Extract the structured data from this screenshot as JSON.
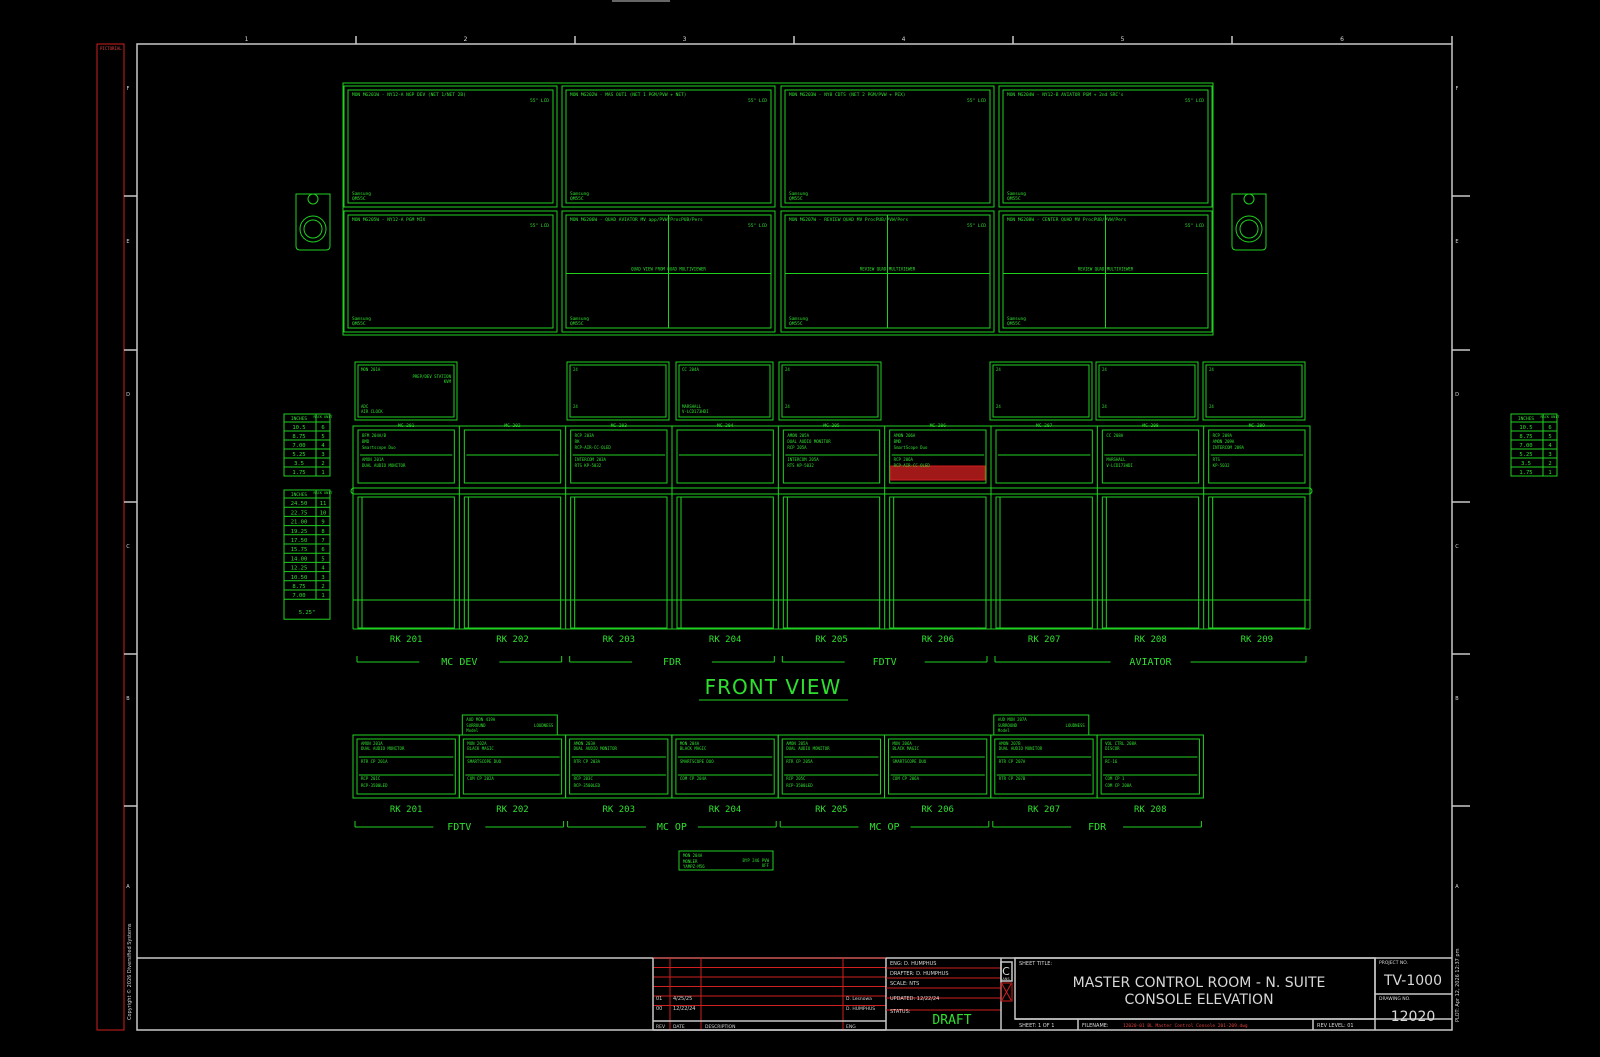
{
  "border_numbers": [
    "1",
    "2",
    "3",
    "4",
    "5",
    "6"
  ],
  "border_letters": [
    "F",
    "E",
    "D",
    "C",
    "B",
    "A"
  ],
  "left_strip": {
    "top": "PICTORIAL",
    "copyright": "Copyright © 2026 Diversified Systems"
  },
  "monitors_top": [
    {
      "title": "MON MG201W - NY12-A NGP DEV (NET 1/NET 2B)",
      "size": "55\" LCD",
      "brand": "Samsung",
      "model": "QM55C",
      "quad": false
    },
    {
      "title": "MON MG202W - MAS OUT1 (NET 1 PGM/PVW + NET)",
      "size": "55\" LCD",
      "brand": "Samsung",
      "model": "QM55C",
      "quad": false
    },
    {
      "title": "MON MG203W - NY8 CDTS (NET 2 PGM/PVW + PEX)",
      "size": "55\" LCD",
      "brand": "Samsung",
      "model": "QM55C",
      "quad": false
    },
    {
      "title": "MON MG204W - NY12-B AVIATOR PGM + 2nd SRC's",
      "size": "55\" LCD",
      "brand": "Samsung",
      "model": "QM55C",
      "quad": false
    }
  ],
  "monitors_bottom": [
    {
      "title": "MON MG205W - NY12-A PGM MIX",
      "size": "55\" LCD",
      "brand": "Samsung",
      "model": "QM55C",
      "quad": false,
      "center": ""
    },
    {
      "title": "MON MG206W - QUAD AVIATOR MV app/PVW/ProcPUB/Pers",
      "size": "55\" LCD",
      "brand": "Samsung",
      "model": "QM55C",
      "quad": true,
      "center": "QUAD VIEW FROM QUAD MULTIVIEWER"
    },
    {
      "title": "MON MG207W - REVIEW QUAD MV ProcPUB/PVW/Pers",
      "size": "55\" LCD",
      "brand": "Samsung",
      "model": "QM55C",
      "quad": true,
      "center": "REVIEW QUAD MULTIVIEWER"
    },
    {
      "title": "MON MG208W - CENTER QUAD MV ProcPUB/PVW/Pers",
      "size": "55\" LCD",
      "brand": "Samsung",
      "model": "QM55C",
      "quad": true,
      "center": "REVIEW QUAD MULTIVIEWER"
    }
  ],
  "small_monitors": [
    {
      "l1": "MON 201A",
      "l2": "PREP/DEV STATION",
      "l3": "KVM",
      "l4": "ADC",
      "l5": "AIR CLOCK"
    },
    {
      "l1": "24",
      "l2": "",
      "l3": "",
      "l4": "24",
      "l5": ""
    },
    {
      "l1": "CC 204A",
      "l2": "",
      "l3": "",
      "l4": "MARSHALL",
      "l5": "V-LCD173HDI"
    },
    {
      "l1": "24",
      "l2": "",
      "l3": "",
      "l4": "24",
      "l5": ""
    },
    {
      "l1": "",
      "l2": "",
      "l3": "",
      "l4": "",
      "l5": ""
    },
    {
      "l1": "24",
      "l2": "",
      "l3": "",
      "l4": "24",
      "l5": ""
    },
    {
      "l1": "24",
      "l2": "",
      "l3": "",
      "l4": "24",
      "l5": ""
    },
    {
      "l1": "24",
      "l2": "",
      "l3": "",
      "l4": "24",
      "l5": ""
    }
  ],
  "rack_units": {
    "headers": [
      "INCHES",
      "RACK UNIT"
    ],
    "small": [
      [
        "10.5",
        "6"
      ],
      [
        "8.75",
        "5"
      ],
      [
        "7.00",
        "4"
      ],
      [
        "5.25",
        "3"
      ],
      [
        "3.5",
        "2"
      ],
      [
        "1.75",
        "1"
      ]
    ],
    "large": [
      [
        "24.50",
        "11"
      ],
      [
        "22.75",
        "10"
      ],
      [
        "21.00",
        "9"
      ],
      [
        "19.25",
        "8"
      ],
      [
        "17.50",
        "7"
      ],
      [
        "15.75",
        "6"
      ],
      [
        "14.00",
        "5"
      ],
      [
        "12.25",
        "4"
      ],
      [
        "10.50",
        "3"
      ],
      [
        "8.75",
        "2"
      ],
      [
        "7.00",
        "1"
      ]
    ],
    "large_footer": "5.25\""
  },
  "front_racks": [
    {
      "mc": "MC 201",
      "label": "RK 201",
      "l1": "BFM 204A/B",
      "l2": "BMD",
      "l3": "Smartscope Duo",
      "l4": "AMON 201A",
      "l5": "DUAL AUDIO MONITOR",
      "hl": false
    },
    {
      "mc": "MC 202",
      "label": "RK 202",
      "l1": "",
      "l2": "",
      "l3": "",
      "l4": "",
      "l5": "",
      "hl": false
    },
    {
      "mc": "MC 203",
      "label": "RK 203",
      "l1": "RCP 203A",
      "l2": "RK",
      "l3": "RCP-AIR-CC-OLED",
      "l4": "INTERCOM 203A",
      "l5": "RTS KP-5032",
      "hl": false
    },
    {
      "mc": "MC 204",
      "label": "RK 204",
      "l1": "",
      "l2": "",
      "l3": "",
      "l4": "",
      "l5": "",
      "hl": false
    },
    {
      "mc": "MC 205",
      "label": "RK 205",
      "l1": "AMON 205A",
      "l2": "DUAL AUDIO MONITOR",
      "l3": "RCP 205A",
      "l4": "INTERCOM 205A",
      "l5": "RTS KP-5032",
      "hl": false
    },
    {
      "mc": "MC 206",
      "label": "RK 206",
      "l1": "AMON 206A",
      "l2": "BMD",
      "l3": "SmartScope Duo",
      "l4": "RCP 206A",
      "l5": "RCP-AIR-CC-OLED",
      "hl": true
    },
    {
      "mc": "MC 207",
      "label": "RK 207",
      "l1": "",
      "l2": "",
      "l3": "",
      "l4": "",
      "l5": "",
      "hl": false
    },
    {
      "mc": "MC 208",
      "label": "RK 208",
      "l1": "CC 208A",
      "l2": "",
      "l3": "",
      "l4": "MARSHALL",
      "l5": "V-LCD173HDI",
      "hl": false
    },
    {
      "mc": "MC 209",
      "label": "RK 209",
      "l1": "RCP 209A",
      "l2": "AMON 209A",
      "l3": "INTERCOM 209A",
      "l4": "RTS",
      "l5": "KP-5032",
      "hl": false
    }
  ],
  "front_groups": [
    {
      "label": "MC DEV",
      "from": 0,
      "to": 1
    },
    {
      "label": "FDR",
      "from": 2,
      "to": 3
    },
    {
      "label": "FDTV",
      "from": 4,
      "to": 5
    },
    {
      "label": "AVIATOR",
      "from": 6,
      "to": 8
    }
  ],
  "view_title": "FRONT VIEW",
  "rear_top_boxes": [
    {
      "col": 1,
      "l1": "AUD MON 419A",
      "l2": "SURROUND",
      "l3": "Model",
      "r": "LOUDNESS"
    },
    {
      "col": 6,
      "l1": "AUD MON 207A",
      "l2": "SURROUND",
      "l3": "Model",
      "r": "LOUDNESS"
    }
  ],
  "rear_racks": [
    {
      "label": "RK 201",
      "l1": "AMON 201A",
      "l2": "DUAL AUDIO MONITOR",
      "l3": "RTR CP 201A",
      "l4": "RCP 201C",
      "l5": "RCP-3500LED"
    },
    {
      "label": "RK 202",
      "l1": "MON 202A",
      "l2": "BLACK MAGIC",
      "l3": "SMARTSCOPE DUO",
      "l4": "COM CP 202A",
      "l5": ""
    },
    {
      "label": "RK 203",
      "l1": "AMON 203A",
      "l2": "DUAL AUDIO MONITOR",
      "l3": "RTR CP 203A",
      "l4": "RCP 203C",
      "l5": "RCP-3500LED"
    },
    {
      "label": "RK 204",
      "l1": "MON 204A",
      "l2": "BLACK MAGIC",
      "l3": "SMARTSCOPE DUO",
      "l4": "COM CP 204A",
      "l5": ""
    },
    {
      "label": "RK 205",
      "l1": "AMON 205A",
      "l2": "DUAL AUDIO MONITOR",
      "l3": "RTR CP 205A",
      "l4": "RCP 205C",
      "l5": "RCP-3500LED"
    },
    {
      "label": "RK 206",
      "l1": "MON 206A",
      "l2": "BLACK MAGIC",
      "l3": "SMARTSCOPE DUO",
      "l4": "COM CP 206A",
      "l5": ""
    },
    {
      "label": "RK 207",
      "l1": "AMON 207B",
      "l2": "DUAL AUDIO MONITOR",
      "l3": "RTR CP 207A",
      "l4": "RTR CP 207B",
      "l5": ""
    },
    {
      "label": "RK 208",
      "l1": "VOL CTRL 208A",
      "l2": "DISCOR",
      "l3": "RC-16",
      "l4": "COM CP 1",
      "l5": "COM CP 208A"
    }
  ],
  "rear_groups": [
    {
      "label": "FDTV",
      "from": 0,
      "to": 1
    },
    {
      "label": "MC OP",
      "from": 2,
      "to": 3
    },
    {
      "label": "MC OP",
      "from": 4,
      "to": 5
    },
    {
      "label": "FDR",
      "from": 6,
      "to": 7
    }
  ],
  "floor_box": {
    "l1": "MON 204A",
    "l2": "MONLER",
    "l3": "YAMPZ-M56",
    "r1": "BYP 246 PVW",
    "r2": "OFF"
  },
  "title_block": {
    "revisions": [
      {
        "rev": "01",
        "date": "4/25/25",
        "desc": "",
        "eng": "D. Lesnowa"
      },
      {
        "rev": "00",
        "date": "12/22/24",
        "desc": "",
        "eng": "D. HUMPHUS"
      }
    ],
    "rev_headers": [
      "REV",
      "DATE",
      "DESCRIPTION",
      "ENG"
    ],
    "eng": "ENG:  D. HUMPHUS",
    "drafter": "DRAFTER:  D. HUMPHUS",
    "scale": "SCALE:  NTS",
    "updated": "UPDATED:  12/22/24",
    "status_label": "STATUS:",
    "status": "DRAFT",
    "size": "C",
    "size_sub": "ANS",
    "sheet_title_label": "SHEET TITLE:",
    "sheet_title_1": "MASTER CONTROL ROOM - N. SUITE",
    "sheet_title_2": "CONSOLE ELEVATION",
    "sheet": "SHEET:   1  OF  1",
    "filename_label": "FILENAME:",
    "filename": "12020-01 BL Master Control Console 201-209.dwg",
    "rev_level": "REV LEVEL:  01",
    "project_no_label": "PROJECT NO.",
    "project_no": "TV-1000",
    "drawing_no_label": "DRAWING NO.",
    "drawing_no": "12020",
    "plot_stamp": "PLOT: Apr 12, 2026   12:37 pm"
  }
}
